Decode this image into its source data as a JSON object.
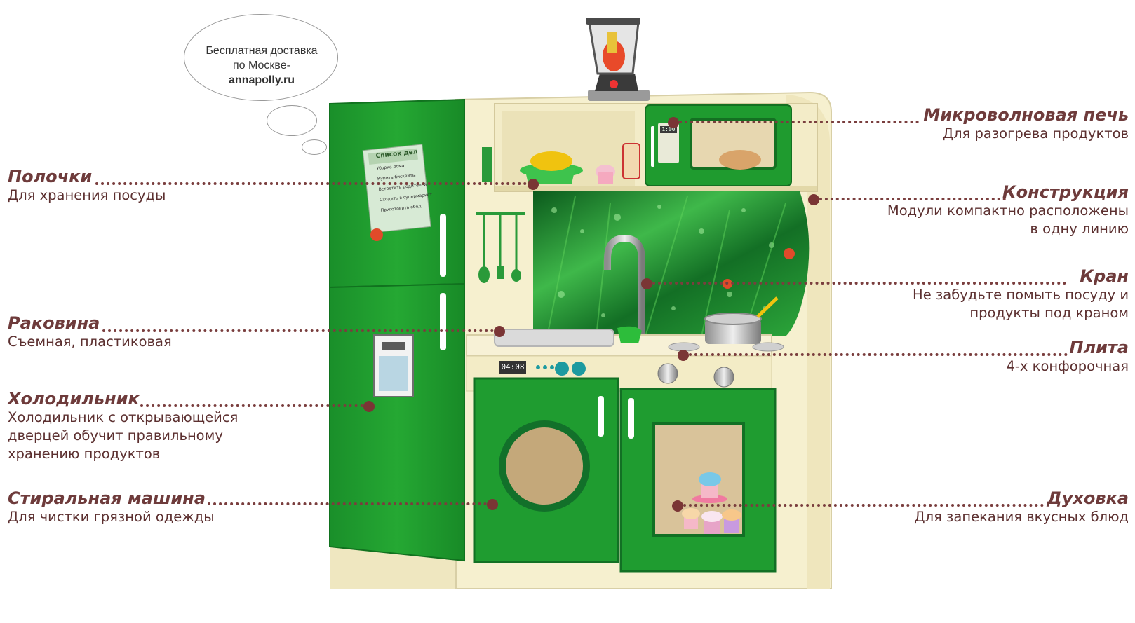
{
  "bubble": {
    "line1": "Бесплатная доставка",
    "line2": "по Москве-",
    "site": "annapolly.ru"
  },
  "todo_note": {
    "title": "Список дел",
    "items": [
      "Уборка дома",
      "Купить бисквиты",
      "Встретить родителей",
      "Сходить в супермаркет",
      "Приготовить обед"
    ]
  },
  "stove_clock": "04:08",
  "microwave_clock": "1:00",
  "features_left": [
    {
      "title": "Полочки",
      "desc": [
        "Для хранения посуды"
      ]
    },
    {
      "title": "Раковина",
      "desc": [
        "Съемная, пластиковая"
      ]
    },
    {
      "title": "Холодильник",
      "desc": [
        "Холодильник с открывающейся",
        "дверцей обучит правильному",
        "хранению продуктов"
      ]
    },
    {
      "title": "Стиральная машина",
      "desc": [
        "Для чистки грязной одежды"
      ]
    }
  ],
  "features_right": [
    {
      "title": "Микроволновая печь",
      "desc": [
        "Для разогрева продуктов"
      ]
    },
    {
      "title": "Конструкция",
      "desc": [
        "Модули компактно расположены",
        "в одну линию"
      ]
    },
    {
      "title": "Кран",
      "desc": [
        "Не забудьте помыть посуду и",
        "продукты под краном"
      ]
    },
    {
      "title": "Плита",
      "desc": [
        "4-х конфорочная"
      ]
    },
    {
      "title": "Духовка",
      "desc": [
        "Для запекания вкусных блюд"
      ]
    }
  ],
  "colors": {
    "label": "#6e3b3b",
    "kitchen_green": "#1e9a2e",
    "cream": "#f6f0cf"
  }
}
